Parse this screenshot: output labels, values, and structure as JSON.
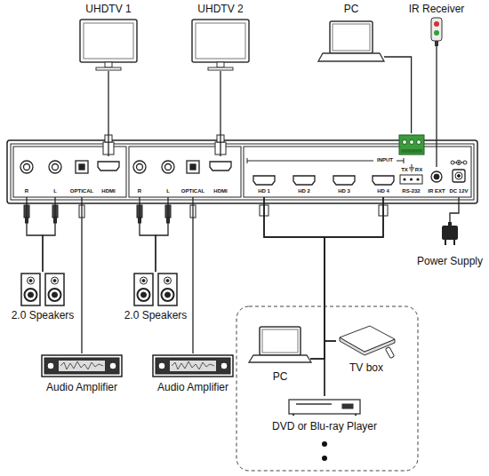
{
  "diagram": {
    "nodes": [
      {
        "text": [
          "UHDTV 1"
        ]
      },
      {
        "text": [
          "UHDTV 2"
        ]
      },
      {
        "text": [
          "PC"
        ]
      },
      {
        "text": [
          "IR Receiver"
        ]
      },
      {
        "text": [
          "R"
        ]
      },
      {
        "text": [
          "L"
        ]
      },
      {
        "text": [
          "OPTICAL"
        ]
      },
      {
        "text": [
          "HDMI"
        ]
      },
      {
        "text": [
          "R"
        ]
      },
      {
        "text": [
          "L"
        ]
      },
      {
        "text": [
          "OPTICAL"
        ]
      },
      {
        "text": [
          "HDMI"
        ]
      },
      {
        "text": [
          "HD 1"
        ]
      },
      {
        "text": [
          "HD 2"
        ]
      },
      {
        "text": [
          "HD 3"
        ]
      },
      {
        "text": [
          "HD 4"
        ]
      },
      {
        "text": [
          "TX",
          "RX",
          "RS-232"
        ]
      },
      {
        "text": [
          "IR EXT"
        ]
      },
      {
        "text": [
          "DC 12V"
        ]
      },
      {
        "text": [
          "Power Supply"
        ]
      },
      {
        "text": [
          "2.0 Speakers"
        ]
      },
      {
        "text": [
          "2.0 Speakers"
        ]
      },
      {
        "text": [
          "Audio Amplifier"
        ]
      },
      {
        "text": [
          "Audio Amplifier"
        ]
      },
      {
        "text": [
          "PC"
        ]
      },
      {
        "text": [
          "TV box"
        ]
      },
      {
        "text": [
          "DVD or Blu-ray Player"
        ]
      }
    ],
    "edges": [
      {
        "from": 7,
        "to": 0,
        "arrow": "none"
      },
      {
        "from": 11,
        "to": 1,
        "arrow": "none"
      },
      {
        "from": 16,
        "to": 2,
        "arrow": "none"
      },
      {
        "from": 17,
        "to": 3,
        "arrow": "none"
      },
      {
        "from": 18,
        "to": 19,
        "arrow": "none"
      },
      {
        "from": 4,
        "to": 20,
        "arrow": "none"
      },
      {
        "from": 5,
        "to": 20,
        "arrow": "none"
      },
      {
        "from": 6,
        "to": 22,
        "arrow": "none"
      },
      {
        "from": 8,
        "to": 21,
        "arrow": "none"
      },
      {
        "from": 9,
        "to": 21,
        "arrow": "none"
      },
      {
        "from": 10,
        "to": 23,
        "arrow": "none"
      },
      {
        "from": 12,
        "to": 24,
        "arrow": "none"
      },
      {
        "from": 12,
        "to": 25,
        "arrow": "none"
      },
      {
        "from": 12,
        "to": 26,
        "arrow": "none"
      },
      {
        "from": 15,
        "to": 24,
        "arrow": "none"
      },
      {
        "from": 15,
        "to": 25,
        "arrow": "none"
      },
      {
        "from": 15,
        "to": 26,
        "arrow": "none"
      }
    ],
    "labels": [
      "INPUT"
    ]
  }
}
